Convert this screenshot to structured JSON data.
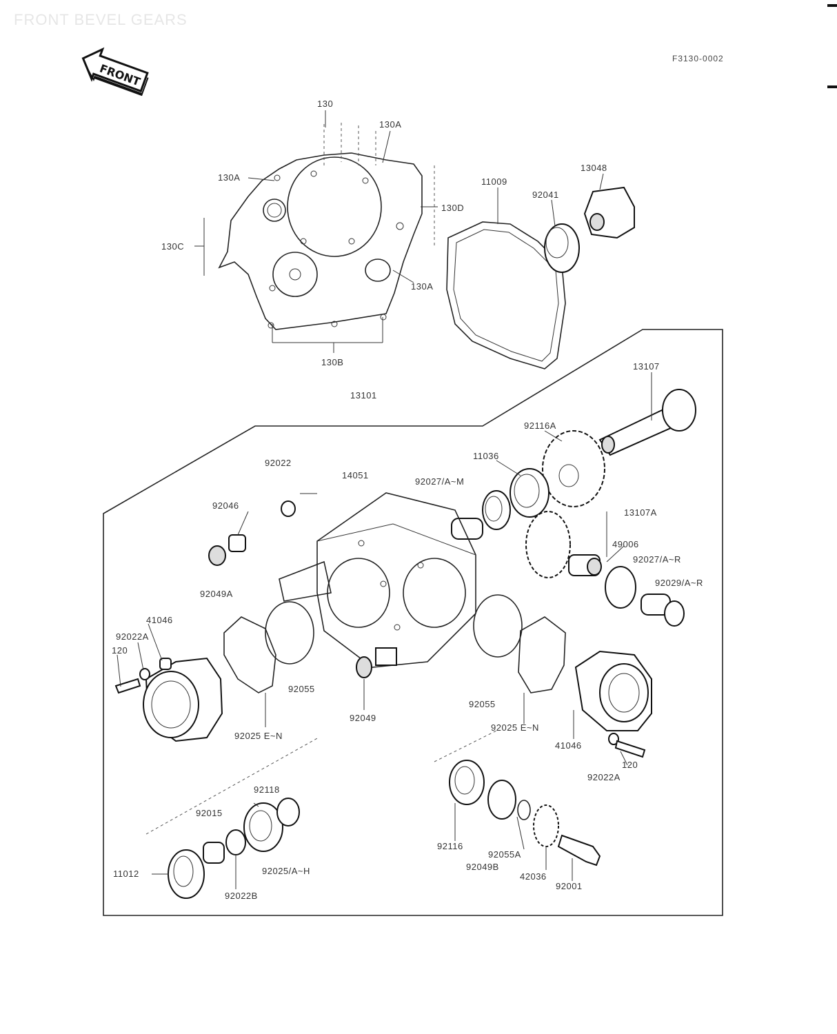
{
  "page_title": "FRONT BEVEL GEARS",
  "figure_code": "F3130-0002",
  "front_badge": "FRONT",
  "labels": {
    "l130": "130",
    "l130A_top": "130A",
    "l130A_left": "130A",
    "l130A_right": "130A",
    "l130C": "130C",
    "l130D": "130D",
    "l130B": "130B",
    "l13101": "13101",
    "l11009": "11009",
    "l92041": "92041",
    "l13048": "13048",
    "l13107": "13107",
    "l92116A": "92116A",
    "l11036": "11036",
    "l92022_top": "92022",
    "l14051": "14051",
    "l92027A_M": "92027/A~M",
    "l92046": "92046",
    "l13107A": "13107A",
    "l49006": "49006",
    "l92027A_R": "92027/A~R",
    "l92029A": "92029/A~R",
    "l92049A": "92049A",
    "l41046_left": "41046",
    "l92022A_left": "92022A",
    "l120_left": "120",
    "l92055_left": "92055",
    "l92049": "92049",
    "l92025_left": "92025 E~N",
    "l92055_right": "92055",
    "l92025_right": "92025 E~N",
    "l41046_right": "41046",
    "l120_right": "120",
    "l92022A_right": "92022A",
    "l92118": "92118",
    "l92015": "92015",
    "l11012": "11012",
    "l92022B": "92022B",
    "l92025A": "92025/A~H",
    "l92116": "92116",
    "l92049B": "92049B",
    "l92055A": "92055A",
    "l42036": "42036",
    "l92001": "92001"
  }
}
